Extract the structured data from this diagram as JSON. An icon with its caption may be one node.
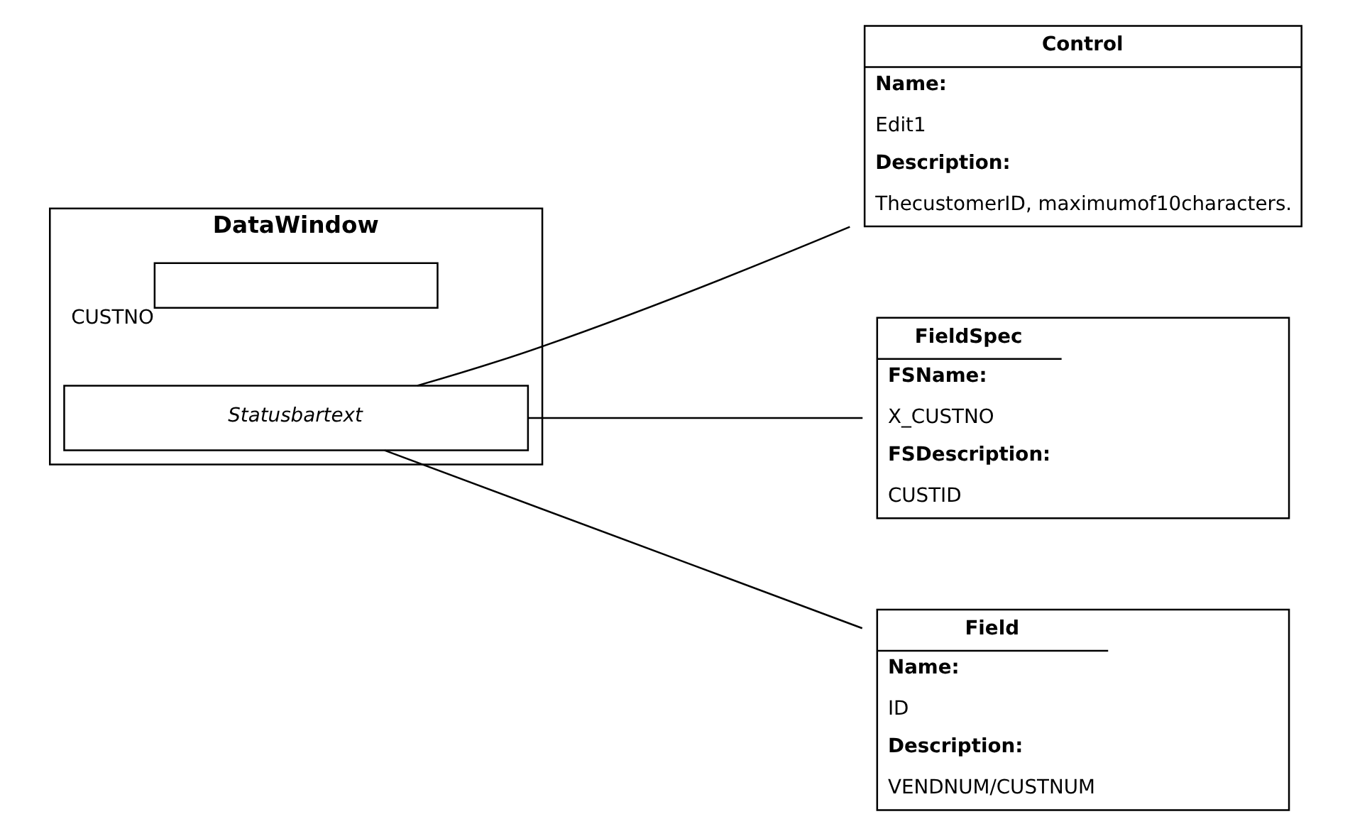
{
  "diagram": {
    "nodes": [
      {
        "text": [
          "DataWindow"
        ]
      },
      {
        "text": [],
        "shape": "box",
        "in": 0,
        "beside": [
          "CUSTNO"
        ]
      },
      {
        "text": [
          "Statusbartext"
        ],
        "in": 0
      },
      {
        "text": [
          "Control",
          "Name:",
          "Edit1",
          "Description:",
          "ThecustomerID, maximumof10characters."
        ]
      },
      {
        "text": [
          "FieldSpec",
          "FSName:",
          "X_CUSTNO",
          "FSDescription:",
          "CUSTID"
        ]
      },
      {
        "text": [
          "Field",
          "Name:",
          "ID",
          "Description:",
          "VENDNUM/CUSTNUM"
        ]
      }
    ],
    "edges": [
      {
        "from": 2,
        "to": 3,
        "arrow": "none"
      },
      {
        "from": 2,
        "to": 4,
        "arrow": "none"
      },
      {
        "from": 2,
        "to": 5,
        "arrow": "none"
      }
    ]
  }
}
